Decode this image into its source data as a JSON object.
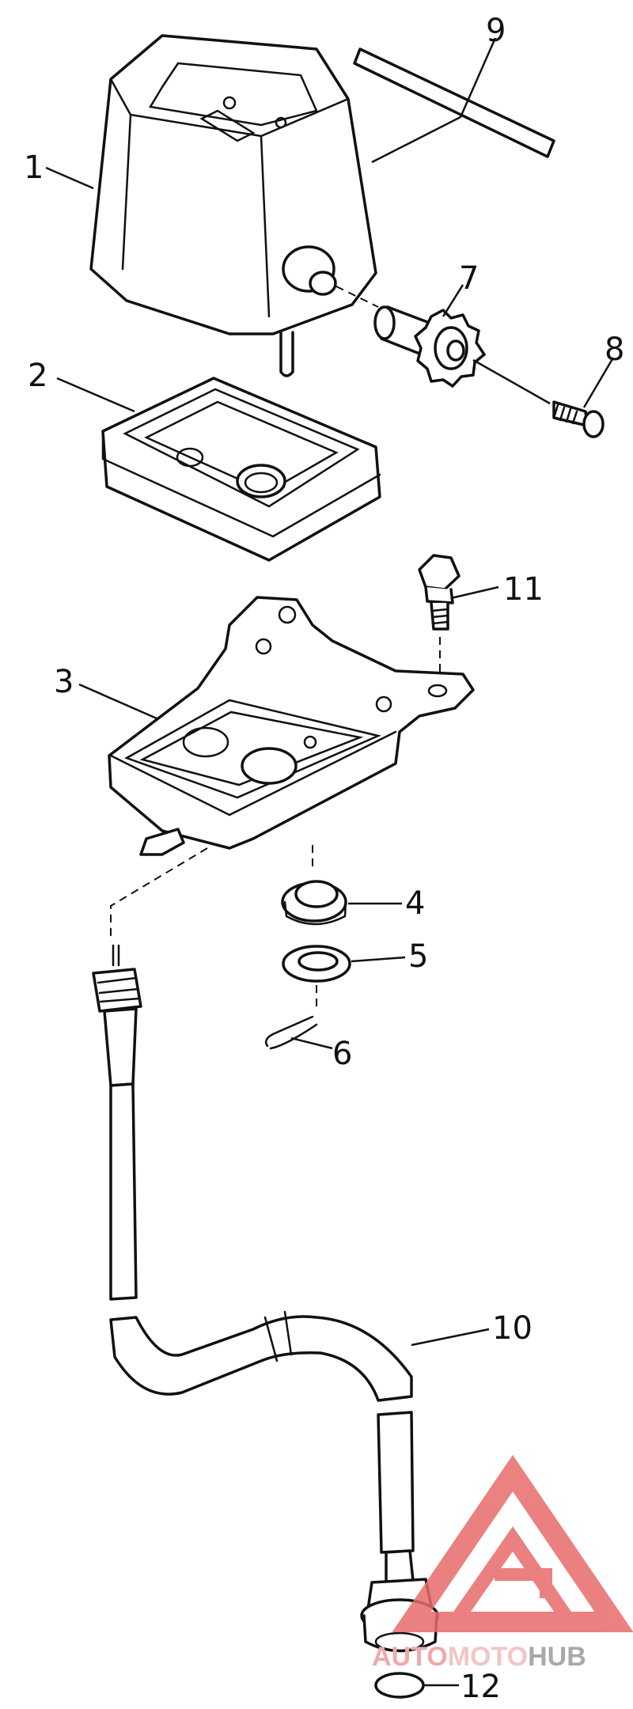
{
  "callouts": [
    {
      "id": "p1",
      "label": "1"
    },
    {
      "id": "p2",
      "label": "2"
    },
    {
      "id": "p3",
      "label": "3"
    },
    {
      "id": "p4",
      "label": "4"
    },
    {
      "id": "p5",
      "label": "5"
    },
    {
      "id": "p6",
      "label": "6"
    },
    {
      "id": "p7",
      "label": "7"
    },
    {
      "id": "p8",
      "label": "8"
    },
    {
      "id": "p9",
      "label": "9"
    },
    {
      "id": "p10",
      "label": "10"
    },
    {
      "id": "p11",
      "label": "11"
    },
    {
      "id": "p12",
      "label": "12"
    }
  ],
  "watermark": {
    "part1": "AUTO",
    "part2": "MOTO",
    "part3": "HUB",
    "colors": {
      "logo": "#e86b6b",
      "auto": "#f0a9a9",
      "moto": "#f2c6c6",
      "hub": "#a9a9a9"
    }
  }
}
